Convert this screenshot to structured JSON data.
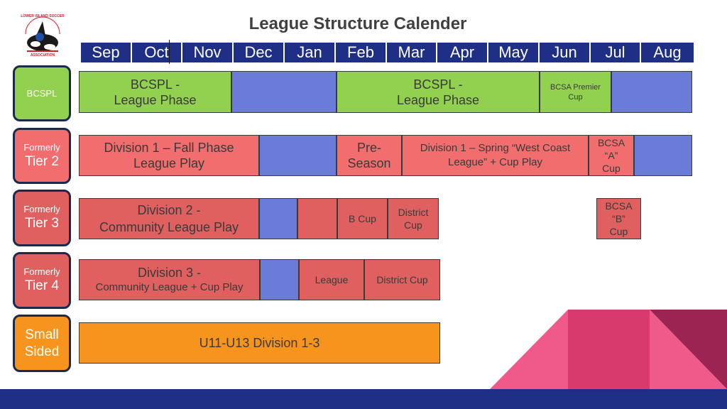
{
  "title": "League Structure Calender",
  "logo": {
    "text_top": "LOWER ISLAND SOCCER",
    "text_bottom": "ASSOCIATION"
  },
  "months": [
    "Sep",
    "Oct",
    "Nov",
    "Dec",
    "Jan",
    "Feb",
    "Mar",
    "Apr",
    "May",
    "Jun",
    "Jul",
    "Aug"
  ],
  "rows": [
    {
      "label_line1": "BCSPL",
      "label_line2": "",
      "blocks": [
        {
          "line1": "BCSPL -",
          "line2": "League Phase",
          "line3": "",
          "color": "#92d050"
        },
        {
          "line1": "",
          "line2": "",
          "line3": "",
          "color": "#6a7bd8"
        },
        {
          "line1": "BCSPL -",
          "line2": "League Phase",
          "line3": "",
          "color": "#92d050"
        },
        {
          "line1": "BCSA Premier",
          "line2": "Cup",
          "line3": "",
          "color": "#92d050"
        },
        {
          "line1": "",
          "line2": "",
          "line3": "",
          "color": "#6a7bd8"
        }
      ]
    },
    {
      "label_line1": "Formerly",
      "label_line2": "Tier 2",
      "blocks": [
        {
          "line1": "Division 1 – Fall Phase",
          "line2": "League Play",
          "line3": "",
          "color": "#f26d6d"
        },
        {
          "line1": "",
          "line2": "",
          "line3": "",
          "color": "#6a7bd8"
        },
        {
          "line1": "Pre-",
          "line2": "Season",
          "line3": "",
          "color": "#f26d6d"
        },
        {
          "line1": "Division 1 – Spring “West Coast",
          "line2": "League” + Cup Play",
          "line3": "",
          "color": "#f26d6d"
        },
        {
          "line1": "BCSA",
          "line2": "“A”",
          "line3": "Cup",
          "color": "#f26d6d"
        },
        {
          "line1": "",
          "line2": "",
          "line3": "",
          "color": "#6a7bd8"
        }
      ]
    },
    {
      "label_line1": "Formerly",
      "label_line2": "Tier 3",
      "blocks": [
        {
          "line1": "Division 2 -",
          "line2": "Community League Play",
          "line3": "",
          "color": "#e06060"
        },
        {
          "line1": "",
          "line2": "",
          "line3": "",
          "color": "#6a7bd8"
        },
        {
          "line1": "",
          "line2": "",
          "line3": "",
          "color": "#e06060"
        },
        {
          "line1": "B Cup",
          "line2": "",
          "line3": "",
          "color": "#e06060"
        },
        {
          "line1": "District",
          "line2": "Cup",
          "line3": "",
          "color": "#e06060"
        },
        {
          "line1": "BCSA",
          "line2": "“B”",
          "line3": "Cup",
          "color": "#e06060"
        }
      ]
    },
    {
      "label_line1": "Formerly",
      "label_line2": "Tier 4",
      "blocks": [
        {
          "line1": "Division 3 -",
          "line2": "Community League + Cup Play",
          "line3": "",
          "color": "#e06060"
        },
        {
          "line1": "",
          "line2": "",
          "line3": "",
          "color": "#6a7bd8"
        },
        {
          "line1": "League",
          "line2": "",
          "line3": "",
          "color": "#e06060"
        },
        {
          "line1": "District Cup",
          "line2": "",
          "line3": "",
          "color": "#e06060"
        }
      ]
    },
    {
      "label_line1": "Small",
      "label_line2": "Sided",
      "blocks": [
        {
          "line1": "U11-U13 Division 1-3",
          "line2": "",
          "line3": "",
          "color": "#f7941d"
        }
      ]
    }
  ]
}
